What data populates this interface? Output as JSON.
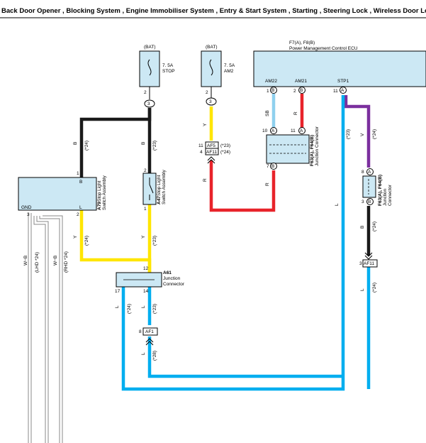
{
  "title": "Back Door Opener , Blocking System , Engine Immobiliser System , Entry & Start System , Starting , Steering Lock , Wireless Door Lock Cont",
  "colors": {
    "black": "#1a1a1a",
    "yellow": "#ffe600",
    "red": "#e8232a",
    "blue": "#00aeef",
    "sky": "#8fd0ee",
    "violet": "#7b2f9e",
    "component_fill": "#cce8f4"
  },
  "fuses": {
    "stop": {
      "source": "(BAT)",
      "rating": "7. 5A",
      "name": "STOP",
      "pin": "2",
      "node": "3"
    },
    "am2": {
      "source": "(BAT)",
      "rating": "7. 5A",
      "name": "AM2",
      "pin": "2",
      "node": "3"
    }
  },
  "ecu": {
    "code": "F7(A), F8(B)",
    "name": "Power Management Control ECU",
    "pins": [
      {
        "name": "AM22",
        "num": "1",
        "conn": "B"
      },
      {
        "name": "AM21",
        "num": "2",
        "conn": "B"
      },
      {
        "name": "STP1",
        "num": "11",
        "conn": "A"
      }
    ]
  },
  "stop_light_switch": {
    "code": "A79",
    "name1": "Stop Light",
    "name2": "Switch Assembly",
    "terminal_b": "B",
    "terminal_gnd": "GND",
    "terminal_l": "L",
    "pin_b": "1",
    "pin_gnd": "3",
    "pin_l": "2"
  },
  "stop_light_switch2": {
    "code": "A47",
    "name1": "Stop Light",
    "name2": "Switch Assembly",
    "pin_top": "2",
    "pin_bottom": "1"
  },
  "junction_a61": {
    "code": "A61",
    "name1": "Junction",
    "name2": "Connector",
    "pin_in": "12",
    "pin_left": "17",
    "pin_out": "14"
  },
  "junction_f63_mid": {
    "code": "F63(A), F64(B)",
    "name1": "Junction Connector",
    "pin_left": "10",
    "pin_right": "11",
    "pin_bottom": "7",
    "conn_left": "A",
    "conn_right": "A",
    "conn_bottom": "B"
  },
  "junction_f63_right": {
    "code": "F63(A), F64(B)",
    "name1": "Junction",
    "name2": "Connector",
    "pin_top": "8",
    "pin_bottom": "3",
    "conn_top": "A",
    "conn_bottom": "B"
  },
  "connectors": {
    "af5": {
      "num": "11",
      "name": "AF5",
      "note": "(*23)"
    },
    "af11_a": {
      "num": "4",
      "name": "AF11",
      "note": "(*24)"
    },
    "af11_b": {
      "num": "3",
      "name": "AF11"
    },
    "af1": {
      "num": "8",
      "name": "AF1"
    }
  },
  "wire_labels": {
    "b": "B",
    "y": "Y",
    "r": "R",
    "sb": "SB",
    "v": "V",
    "l": "L",
    "w_b": "W−B",
    "n24": "(*24)",
    "n23": "(*23)",
    "n28": "(*28)",
    "lhd24": "(LHD *24)",
    "rhd24": "(RHD *24)"
  }
}
